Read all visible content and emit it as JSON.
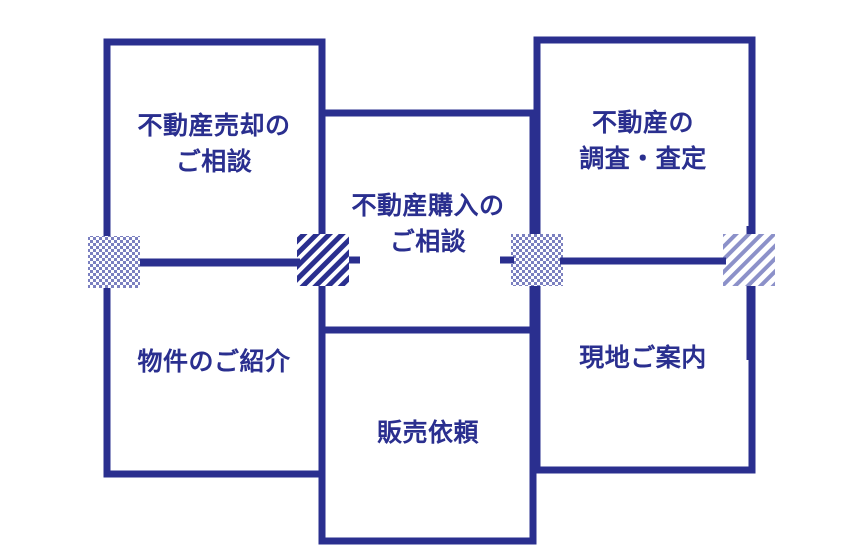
{
  "diagram": {
    "type": "flow-boxes",
    "background_color": "#ffffff",
    "line_color": "#2a2f8f",
    "text_color": "#2a2f8f",
    "nodes": [
      {
        "id": "a",
        "label": "不動産売却の\nご相談",
        "column": "left",
        "row": "top"
      },
      {
        "id": "b",
        "label": "不動産購入の\nご相談",
        "column": "middle",
        "row": "top"
      },
      {
        "id": "c",
        "label": "不動産の\n調査・査定",
        "column": "right",
        "row": "top"
      },
      {
        "id": "d",
        "label": "物件のご紹介",
        "column": "left",
        "row": "bottom"
      },
      {
        "id": "e",
        "label": "販売依頼",
        "column": "middle",
        "row": "bottom"
      },
      {
        "id": "f",
        "label": "現地ご案内",
        "column": "right",
        "row": "bottom"
      }
    ],
    "connectors": [
      {
        "id": "conn-1",
        "pattern": "checker",
        "fill_color": "#7b80c0",
        "position": "left-outer"
      },
      {
        "id": "conn-2",
        "pattern": "diagonal-hatch",
        "fill_color": "#2a2f8f",
        "position": "left-inner"
      },
      {
        "id": "conn-3",
        "pattern": "checker",
        "fill_color": "#7b80c0",
        "position": "right-inner"
      },
      {
        "id": "conn-4",
        "pattern": "diagonal-hatch-light",
        "fill_color": "#8c91c9",
        "position": "right-outer"
      }
    ]
  }
}
